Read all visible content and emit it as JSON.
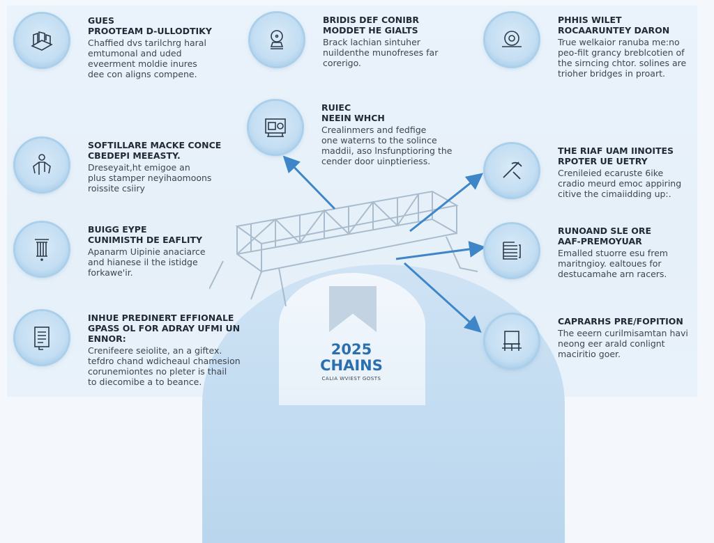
{
  "items": [
    {
      "title": "GUES\nPROOTEAM D-ULLODTIKY",
      "desc": "Chaffied dvs tarilchrg haral\nemtumonal and uded\neveerment moldie inures\ndee con aligns compene.",
      "icon": "machinery-icon"
    },
    {
      "title": "SOFTILLARE MACKE CONCE\nCBEDEPI MEEASTY.",
      "desc": "Dreseyait,ht emigoe an\nplus stamper neyihaomoons\nroissite csiiry",
      "icon": "worker-icon"
    },
    {
      "title": "BUIGG EYPE\nCUNIMISTH DE EAFLITY",
      "desc": "Apanarm Uipinie anaciarce\nand hianese il the istidge\nforkawe'ir.",
      "icon": "pillar-icon"
    },
    {
      "title": "INHUE PREDINERT EFFIONALE\nGPASS OL FOR ADRAY UFMI UN\nENNOR:",
      "desc": "Crenifeere seiolite, an a giftex.\ntefdro chand wdicheaul chamesion\ncorunemiontes no pleter is thail\nto diecomibe a to beance.",
      "icon": "checklist-icon"
    },
    {
      "title": "BRIDIS DEF CONIBR\nMODDET HE GIALTS",
      "desc": "Brack lachian sintuher\nnuildenthe munofreses far\ncorerigo.",
      "icon": "sensor-icon"
    },
    {
      "title": "RUIEC\nNEEIN WHCH",
      "desc": "Crealinmers and fedfige\none waterns to the solince\nmaddii, aso lnsfunptioring the\ncender door uinptieriess.",
      "icon": "monitor-icon"
    },
    {
      "title": "PHHIS WILET\nROCAARUNTEY DARON",
      "desc": "True welkaior ranuba me:no\npeo-filt grancy breblcotien of\nthe sirncing chtor. solines are\ntrioher bridges in proart.",
      "icon": "gear-icon"
    },
    {
      "title": "THE RIAF UAM IINOITES\nRPOTER UE UETRY",
      "desc": "Crenileied ecaruste 6ike\ncradio meurd emoc appiring\ncitive the cimaiidding up:.",
      "icon": "hammer-icon"
    },
    {
      "title": "RUNOAND SLE ORE\nAAF-PREMOYUAR",
      "desc": "Emalled stuorre esu frem\nmaritngioy. ealtoues for\ndestucamahe arn racers.",
      "icon": "layers-icon"
    },
    {
      "title": "CAPRARHS PRE/FOPITION",
      "desc": "The eeern curilmisamtan havi\nneong eer arald conlignt\nmaciritio goer.",
      "icon": "crane-icon"
    }
  ],
  "center": {
    "year": "2025",
    "title": "CHAINS",
    "subtitle": "CALIA WVIEST GOSTS"
  },
  "colors": {
    "accent": "#2c6fae",
    "arrow": "#3f86c8",
    "circle": "#c3ddf2"
  }
}
